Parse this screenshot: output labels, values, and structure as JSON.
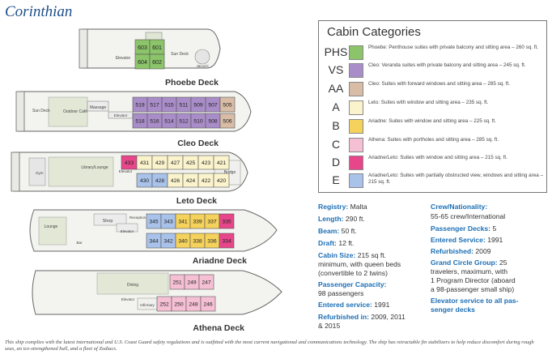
{
  "title": "Corinthian",
  "decks": [
    {
      "name": "Phoebe Deck",
      "cabins": [
        "603",
        "601",
        "604",
        "602"
      ],
      "areas": [
        "Elevator",
        "Sun Deck",
        "Jacuzzi"
      ]
    },
    {
      "name": "Cleo Deck",
      "cabins_top": [
        "519",
        "517",
        "515",
        "511",
        "509",
        "507",
        "505"
      ],
      "cabins_bottom": [
        "518",
        "516",
        "514",
        "512",
        "510",
        "508",
        "506"
      ],
      "areas": [
        "Sun Deck",
        "Outdoor Café",
        "Massage",
        "Elevator"
      ]
    },
    {
      "name": "Leto Deck",
      "cabins_top": [
        "433",
        "431",
        "429",
        "427",
        "425",
        "423",
        "421"
      ],
      "cabins_bottom": [
        "430",
        "428",
        "426",
        "424",
        "422",
        "420"
      ],
      "areas": [
        "Gym",
        "Library/Lounge",
        "Elevator",
        "Bridge"
      ]
    },
    {
      "name": "Ariadne Deck",
      "cabins_top": [
        "345",
        "343",
        "341",
        "339",
        "337",
        "335"
      ],
      "cabins_bottom": [
        "344",
        "342",
        "340",
        "338",
        "336",
        "334"
      ],
      "areas": [
        "Lounge",
        "Shop",
        "Reception",
        "Elevator",
        "Bar"
      ]
    },
    {
      "name": "Athena Deck",
      "cabins_top": [
        "251",
        "249",
        "247"
      ],
      "cabins_bottom": [
        "252",
        "250",
        "248",
        "246"
      ],
      "areas": [
        "Dining",
        "Elevator",
        "Infirmary"
      ]
    }
  ],
  "legend": {
    "title": "Cabin Categories",
    "items": [
      {
        "code": "PHS",
        "color": "#8cc46a",
        "desc": "Phoebe: Penthouse suites with private balcony and sitting area – 260 sq. ft."
      },
      {
        "code": "VS",
        "color": "#a98dc8",
        "desc": "Cleo: Veranda suites with private balcony and sitting area – 245 sq. ft."
      },
      {
        "code": "AA",
        "color": "#d8bca6",
        "desc": "Cleo: Suites with forward windows and sitting area – 285 sq. ft."
      },
      {
        "code": "A",
        "color": "#faf3cc",
        "desc": "Leto: Suites with window and sitting area – 235 sq. ft."
      },
      {
        "code": "B",
        "color": "#f4d25c",
        "desc": "Ariadne: Suites with window and sitting area – 225 sq. ft."
      },
      {
        "code": "C",
        "color": "#f6c0d4",
        "desc": "Athena: Suites with portholes and sitting area – 285 sq. ft."
      },
      {
        "code": "D",
        "color": "#e8468a",
        "desc": "Ariadne/Leto: Suites with window and sitting area – 215 sq. ft."
      },
      {
        "code": "E",
        "color": "#a9c2ea",
        "desc": "Ariadne/Leto: Suites with partially obstructed view, windows and sitting area – 215 sq. ft."
      }
    ]
  },
  "specs_left": {
    "registry_k": "Registry:",
    "registry_v": "Malta",
    "length_k": "Length:",
    "length_v": "290 ft.",
    "beam_k": "Beam:",
    "beam_v": "50 ft.",
    "draft_k": "Draft:",
    "draft_v": "12 ft.",
    "cabin_k": "Cabin Size:",
    "cabin_v1": "215 sq ft.",
    "cabin_v2": "minimum, with queen beds",
    "cabin_v3": "(convertible to 2 twins)",
    "capacity_k": "Passenger Capacity:",
    "capacity_v": "98 passengers",
    "entered_k": "Entered service:",
    "entered_v": "1991",
    "refurb_k": "Refurbished in:",
    "refurb_v1": "2009, 2011",
    "refurb_v2": "& 2015"
  },
  "specs_right": {
    "crew_k": "Crew/Nationality:",
    "crew_v": "55-65 crew/International",
    "decks_k": "Passenger Decks:",
    "decks_v": "5",
    "entered_k": "Entered Service:",
    "entered_v": "1991",
    "refurb_k": "Refurbished:",
    "refurb_v": "2009",
    "gcg_k": "Grand Circle Group:",
    "gcg_v1": "25",
    "gcg_v2": "travelers, maximum, with",
    "gcg_v3": "1 Program Director (aboard",
    "gcg_v4": "a 98-passenger small ship)",
    "elevator_1": "Elevator service to all pas-",
    "elevator_2": "senger decks"
  },
  "footnote": "This ship complies with the latest international and U.S. Coast Guard safety regulations and is outfitted with the most current navigational and communications technology. The ship has retractable fin stabilizers to help reduce discomfort during rough seas, an ice-strengthened hull, and a fleet of Zodiacs."
}
